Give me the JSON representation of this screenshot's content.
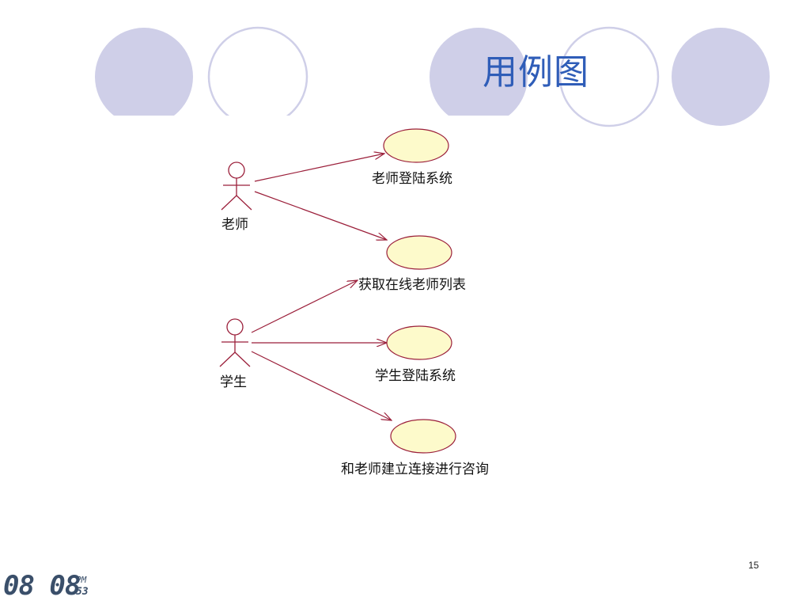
{
  "slide": {
    "title": "用例图",
    "page_number": "15"
  },
  "diagram": {
    "actors": [
      {
        "name": "老师"
      },
      {
        "name": "学生"
      }
    ],
    "use_cases": [
      {
        "name": "老师登陆系统"
      },
      {
        "name": "获取在线老师列表"
      },
      {
        "name": "学生登陆系统"
      },
      {
        "name": "和老师建立连接进行咨询"
      }
    ],
    "colors": {
      "line": "#9b1f3a",
      "use_case_fill": "#fdfacb",
      "use_case_stroke": "#9b1f3a",
      "decor_circle_fill": "#cfcfe8",
      "decor_ring_stroke": "#cfcfe8"
    }
  },
  "clock": {
    "time": "08 08",
    "ampm": "PM",
    "seconds": "53"
  }
}
